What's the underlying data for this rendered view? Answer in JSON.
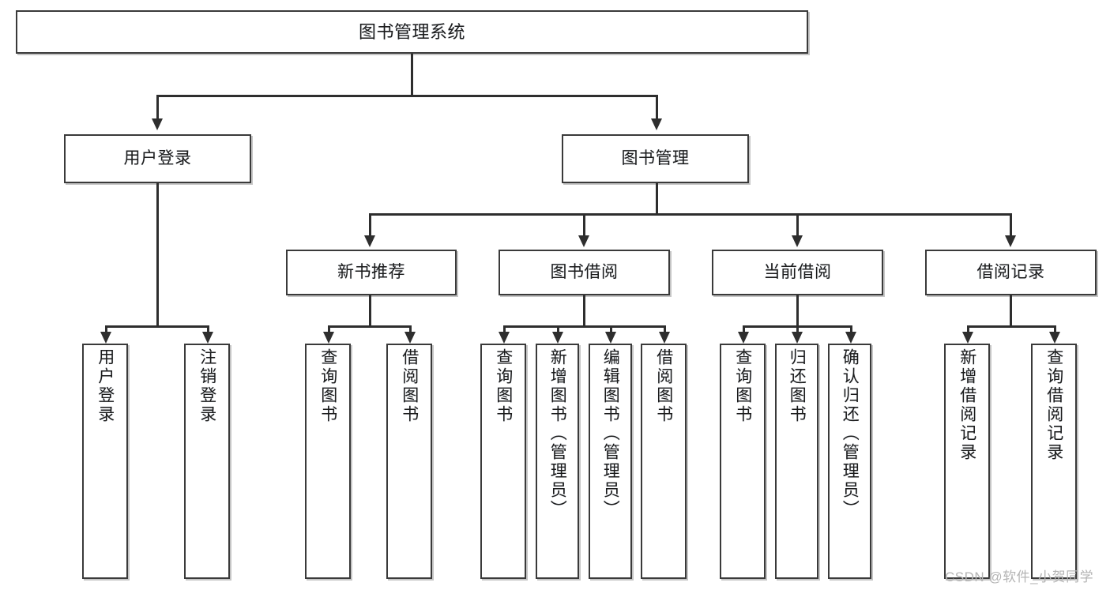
{
  "diagram": {
    "title": "图书管理系统",
    "type": "tree-hierarchy-chart",
    "levels": 4,
    "nodes": {
      "root": {
        "label": "图书管理系统"
      },
      "l2": [
        {
          "label": "用户登录"
        },
        {
          "label": "图书管理"
        }
      ],
      "l3": [
        {
          "label": "新书推荐"
        },
        {
          "label": "图书借阅"
        },
        {
          "label": "当前借阅"
        },
        {
          "label": "借阅记录"
        }
      ],
      "leaves": [
        {
          "label": "用户登录"
        },
        {
          "label": "注销登录"
        },
        {
          "label": "查询图书"
        },
        {
          "label": "借阅图书"
        },
        {
          "label": "查询图书"
        },
        {
          "label": "新增图书（管理员）"
        },
        {
          "label": "编辑图书（管理员）"
        },
        {
          "label": "借阅图书"
        },
        {
          "label": "查询图书"
        },
        {
          "label": "归还图书"
        },
        {
          "label": "确认归还（管理员）"
        },
        {
          "label": "新增借阅记录"
        },
        {
          "label": "查询借阅记录"
        }
      ]
    }
  },
  "watermark": {
    "text": "CSDN @软件_小贺同学"
  },
  "colors": {
    "box_border": "#3a3a3a",
    "line": "#2e2e2e",
    "text": "#1b1b1b",
    "background": "#ffffff",
    "watermark": "#b4b4b4"
  }
}
